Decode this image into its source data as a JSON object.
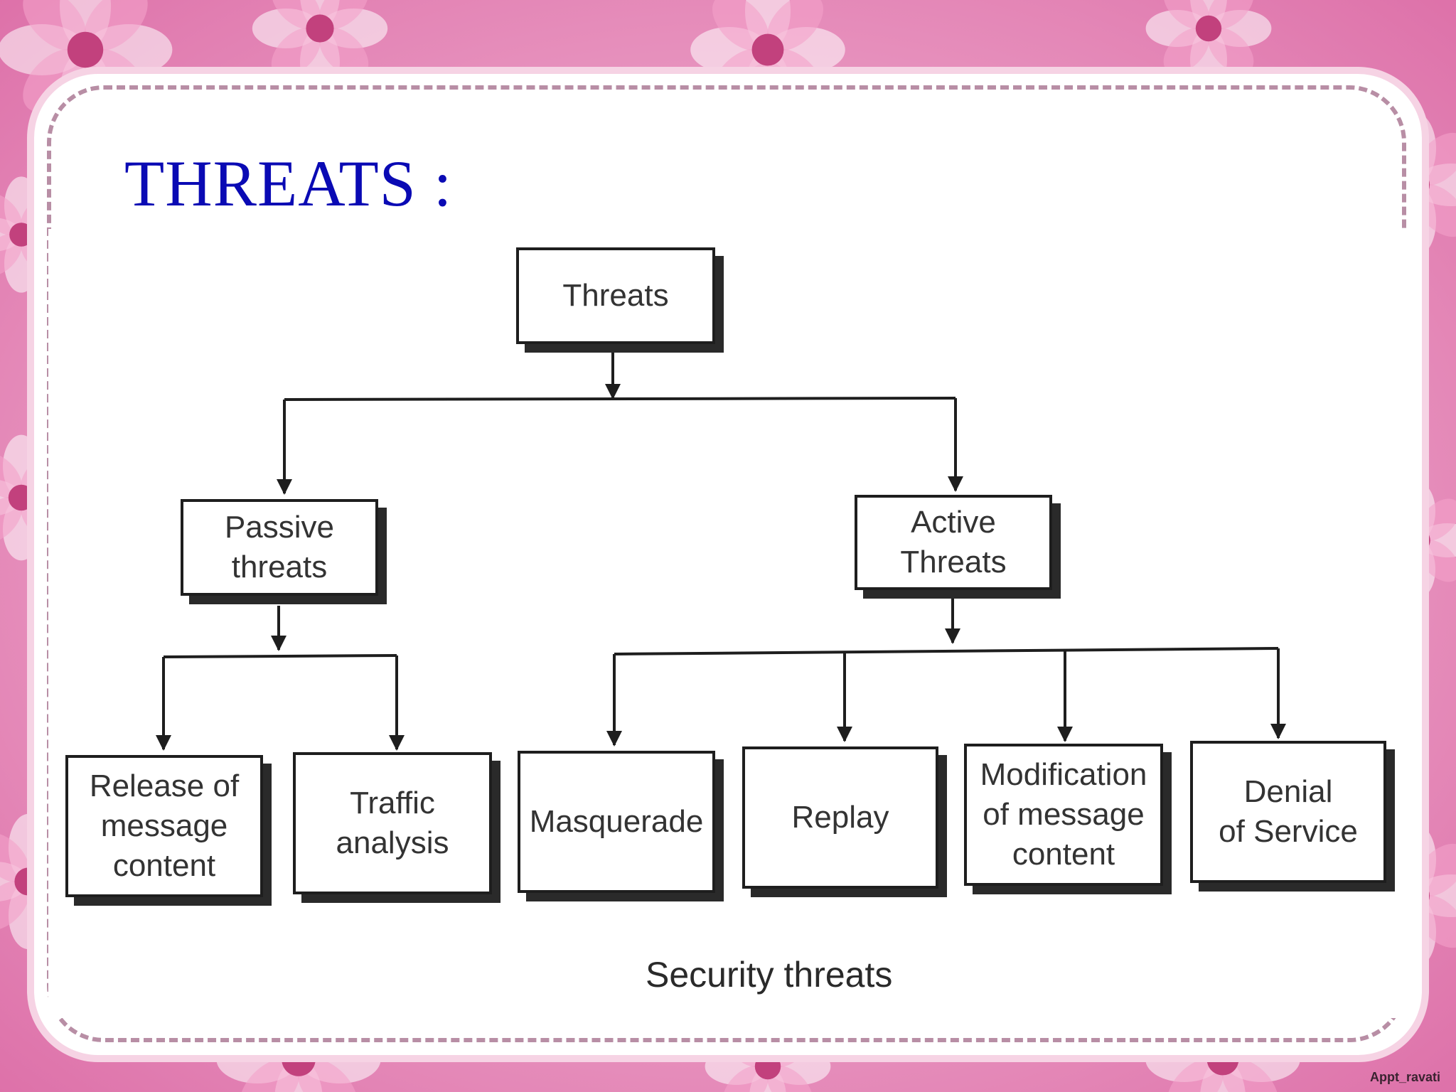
{
  "slide": {
    "title": "THREATS :",
    "watermark": "Appt_ravati"
  },
  "colors": {
    "title": "#0a0ab4",
    "border_pink": "#e989b8",
    "box_border": "#1e1e1e"
  },
  "diagram": {
    "root": "Threats",
    "passive": "Passive\nthreats",
    "active": "Active\nThreats",
    "passive_children": [
      "Release of\nmessage\ncontent",
      "Traffic\nanalysis"
    ],
    "active_children": [
      "Masquerade",
      "Replay",
      "Modification\nof message\ncontent",
      "Denial\nof Service"
    ],
    "caption": "Security threats"
  }
}
